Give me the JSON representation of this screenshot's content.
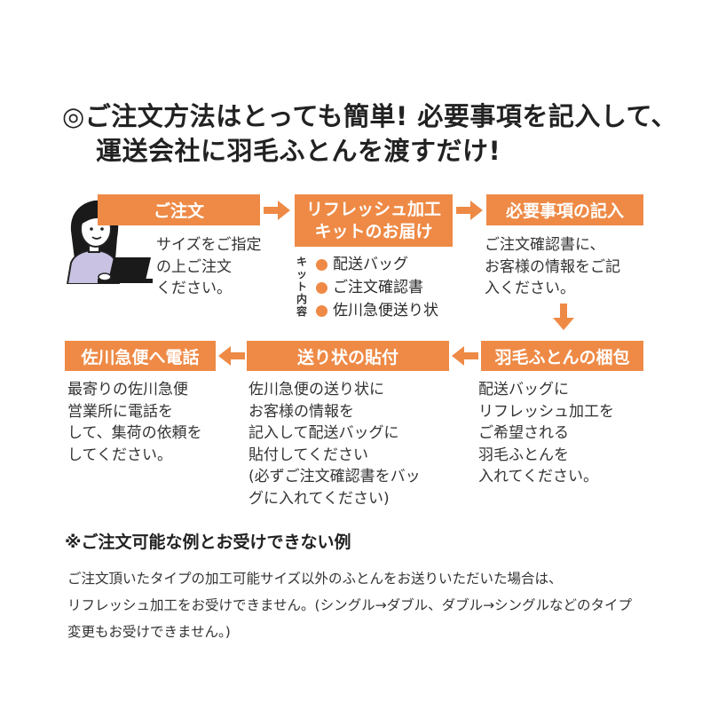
{
  "headline": {
    "line1": "◎ご注文方法はとっても簡単! 必要事項を記入して、",
    "line2": "運送会社に羽毛ふとんを渡すだけ!"
  },
  "steps": [
    {
      "title": "ご注文",
      "desc": [
        "サイズをご指定",
        "の上ご注文",
        "ください。"
      ]
    },
    {
      "title_lines": [
        "リフレッシュ加工",
        "キットのお届け"
      ],
      "kit_label": [
        "キ",
        "ッ",
        "ト",
        "内",
        "容"
      ],
      "kit_items": [
        "配送バッグ",
        "ご注文確認書",
        "佐川急便送り状"
      ]
    },
    {
      "title": "必要事項の記入",
      "desc": [
        "ご注文確認書に、",
        "お客様の情報をご記",
        "入ください。"
      ]
    },
    {
      "title": "羽毛ふとんの梱包",
      "desc": [
        "配送バッグに",
        "リフレッシュ加工を",
        "ご希望される",
        "羽毛ふとんを",
        "入れてください。"
      ]
    },
    {
      "title": "送り状の貼付",
      "desc": [
        "佐川急便の送り状に",
        "お客様の情報を",
        "記入して配送バッグに",
        "貼付してください",
        "(必ずご注文確認書をバッ",
        "グに入れてください)"
      ]
    },
    {
      "title": "佐川急便へ電話",
      "desc": [
        "最寄りの佐川急便",
        "営業所に電話を",
        "して、集荷の依頼を",
        "してください。"
      ]
    }
  ],
  "note": {
    "title": "※ご注文可能な例とお受けできない例",
    "lines": [
      "ご注文頂いたタイプの加工可能サイズ以外のふとんをお送りいただいた場合は、",
      "リフレッシュ加工をお受けできません。(シングル→ダブル、ダブル→シングルなどのタイプ",
      "変更もお受けできません。)"
    ]
  },
  "colors": {
    "accent": "#ee8a46",
    "text": "#333333"
  },
  "icons": {
    "person": "woman-at-laptop-icon",
    "arrow": "arrow-icon"
  }
}
